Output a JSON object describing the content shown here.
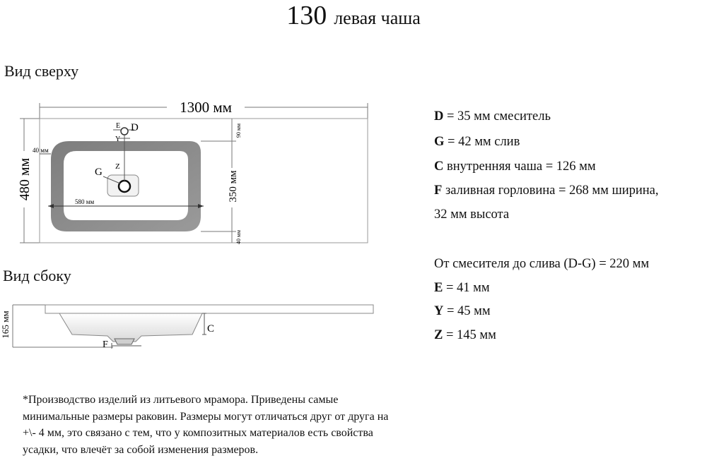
{
  "title": {
    "number": "130",
    "text": "левая чаша"
  },
  "views": {
    "top": "Вид сверху",
    "side": "Вид сбоку"
  },
  "dimensions": {
    "width": "1300 мм",
    "height": "480 мм",
    "side_left_margin": "40 мм",
    "bowl_width": "580 мм",
    "bowl_height": "350 мм",
    "top_margin": "90 мм",
    "bottom_margin": "40 мм",
    "side_height": "165 мм"
  },
  "markers": {
    "e": "E",
    "d": "D",
    "y": "Y",
    "z": "Z",
    "g": "G",
    "c": "C",
    "f": "F"
  },
  "specs": [
    {
      "key": "D",
      "text": " = 35 мм смеситель"
    },
    {
      "key": "G",
      "text": " = 42 мм слив"
    },
    {
      "key": "C",
      "text": " внутренняя чаша = 126 мм"
    },
    {
      "key": "F",
      "text": " заливная горловина = 268 мм ширина,"
    },
    {
      "key": "",
      "text": "32 мм высота"
    },
    {
      "key": "",
      "text": "От смесителя до слива (D-G) = 220 мм"
    },
    {
      "key": "E",
      "text": " = 41 мм"
    },
    {
      "key": "Y",
      "text": " = 45 мм"
    },
    {
      "key": "Z",
      "text": " = 145 мм"
    }
  ],
  "note": "*Производство изделий из литьевого мрамора. Приведены самые минимальные размеры раковин. Размеры могут отличаться друг от друга на +\\- 4 мм, это связано с тем, что у композитных материалов есть свойства усадки, что влечёт за собой изменения размеров.",
  "colors": {
    "bowl": "#8a8a8a",
    "line": "#555555"
  }
}
